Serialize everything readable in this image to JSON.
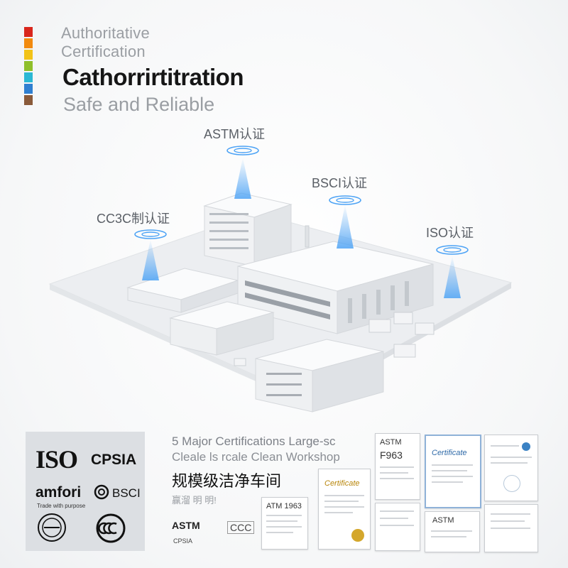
{
  "colors": {
    "strip": [
      "#d9261c",
      "#f28a0e",
      "#f2c318",
      "#8fbf2a",
      "#2bb8d4",
      "#2f7fd1",
      "#8a5a3a"
    ],
    "signal": "#4da3f5"
  },
  "header": {
    "auth_line1": "Authoritative",
    "auth_line2": "Certification",
    "headline": "Cathorrirtitration",
    "subheadline": "Safe and Reliable"
  },
  "pins": {
    "astm": "ASTM认证",
    "bsci": "BSCI认证",
    "ccc": "CC3C制认证",
    "iso": "ISO认证"
  },
  "logos": {
    "iso": "ISO",
    "cpsia": "CPSIA",
    "amfori": "amfori",
    "bsci": "BSCI",
    "amfori_tagline": "Trade with purpose",
    "astm": "ASTM",
    "ccc": "CCC"
  },
  "promo": {
    "line1": "5 Major Certifications Large-sc",
    "line2": "Cleale ls rcale Clean Workshop",
    "line3": "规模级洁净车间",
    "line4": "赢溜 明 明!",
    "astm_label": "ASTM",
    "ccc_label": "CCC",
    "cpsia_label": "CPSIA"
  },
  "documents": {
    "doc1_title": "ASTM",
    "doc1_code": "F963",
    "doc2_title": "Certificate",
    "doc3_title": "ATM 1963",
    "doc4_title": "Certificate",
    "doc5_title": "ASTM"
  }
}
